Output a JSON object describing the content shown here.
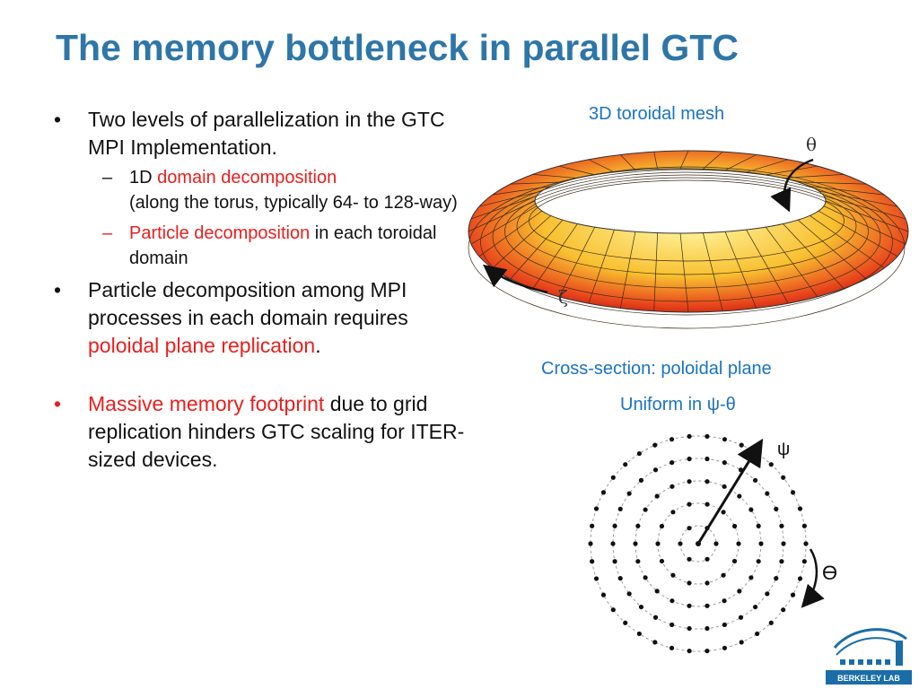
{
  "slide": {
    "title": "The memory bottleneck in parallel GTC",
    "bullets": {
      "b1": "Two levels of parallelization in the GTC MPI Implementation.",
      "sub1_pre": "1D ",
      "sub1_red": "domain decomposition",
      "sub1_post": "(along the torus, typically 64- to 128-way)",
      "sub2_red": "Particle decomposition",
      "sub2_post": " in each toroidal domain",
      "b2_pre": "Particle decomposition among MPI processes in each domain requires ",
      "b2_red": "poloidal plane replication",
      "b2_post": ".",
      "b3_red": "Massive memory footprint",
      "b3_post": " due to grid replication hinders GTC scaling for ITER-sized devices."
    },
    "figure": {
      "torus_label": "3D toroidal mesh",
      "theta_symbol": "θ",
      "zeta_symbol": "ζ",
      "cross_section_label": "Cross-section: poloidal plane",
      "uniform_label": "Uniform in ψ-θ",
      "psi_symbol": "ψ",
      "theta_arrow_symbol": "ϴ"
    },
    "logo": {
      "text": "BERKELEY LAB"
    },
    "colors": {
      "title": "#2e76a8",
      "accent_red": "#e8201e",
      "label_blue": "#1a73c2"
    }
  }
}
